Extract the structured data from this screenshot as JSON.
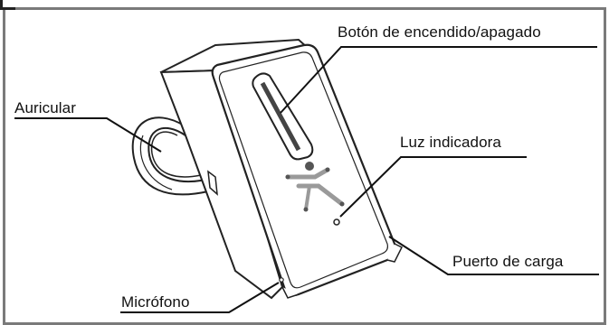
{
  "labels": {
    "power_button": "Botón de encendido/apagado",
    "earpiece": "Auricular",
    "indicator_light": "Luz indicadora",
    "charging_port": "Puerto de carga",
    "microphone": "Micrófono"
  },
  "colors": {
    "frame": "#7a7a7a",
    "outline": "#222222",
    "logo_gray": "#9a9a9a",
    "logo_dark": "#555555"
  }
}
